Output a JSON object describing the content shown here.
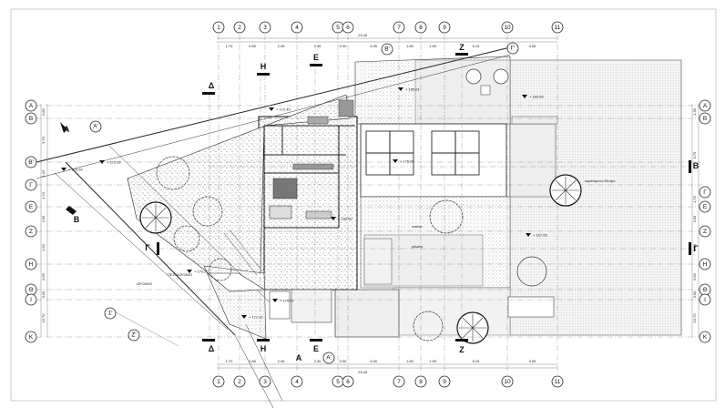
{
  "grid_top_labels": [
    "1",
    "2",
    "3",
    "4",
    "5",
    "6",
    "7",
    "8",
    "9",
    "10",
    "11"
  ],
  "grid_left_labels": [
    "A",
    "B",
    "B'",
    "Γ",
    "E",
    "Z",
    "H",
    "Θ",
    "I",
    "K"
  ],
  "grid_right_labels": [
    "A",
    "B",
    "Γ",
    "E",
    "Z",
    "H",
    "Θ",
    "I",
    "K"
  ],
  "top_dims": [
    "1.70",
    "2.85",
    "2.45",
    "3.35",
    "0.90",
    "4.95",
    "1.80",
    "1.95",
    "5.15",
    "4.05"
  ],
  "top_total": "23.48",
  "bottom_dims": [
    "1.70",
    "2.85",
    "2.45",
    "3.35",
    "0.90",
    "4.95",
    "1.80",
    "1.95",
    "5.15",
    "4.05"
  ],
  "bottom_total": "23.48",
  "left_dims": [
    "0.85",
    "3.70",
    "1.25",
    "1.70",
    "2.65",
    "1.90",
    "0.95",
    "3.90",
    "15.70"
  ],
  "right_dims": [
    "1.35",
    "5.75",
    "1.70",
    "2.65",
    "1.90",
    "0.95",
    "3.90",
    "15.70"
  ],
  "section_labels": {
    "delta_top": "Δ",
    "eta_top": "H",
    "epsilon_top": "E",
    "zeta_top": "Z",
    "delta_bottom": "Δ",
    "eta_bottom": "H",
    "epsilon_bottom": "E",
    "zeta_bottom": "Z",
    "alpha_left": "A",
    "alpha_prime_left": "A'",
    "beta_left": "B",
    "gamma_left": "Γ",
    "beta_right": "B",
    "gamma_right": "Γ",
    "gamma_prime": "Γ'",
    "beta_prime": "B'",
    "alpha_bottom": "A",
    "alpha_prime_bottom": "A'",
    "one_prime": "1'",
    "zeta_prime": "Z'"
  },
  "levels": [
    "+ 183.60",
    "+ 185.01",
    "+ 173.92",
    "+ 176.99",
    "+ 175.50",
    "+ 172.45",
    "+ 174.02",
    "+ 171.97",
    "+ 170.20",
    "+ 167.05",
    "+ 180.60"
  ],
  "room_labels": {
    "street": "ΔΡΟΜΟΣ",
    "sidewalk": "ΠΕΖΟΔΡΟΜΙΟ",
    "pool": "πισίνα",
    "ramp": "ράμπα",
    "tree_note": "υφιστάμενο δέντρο"
  }
}
